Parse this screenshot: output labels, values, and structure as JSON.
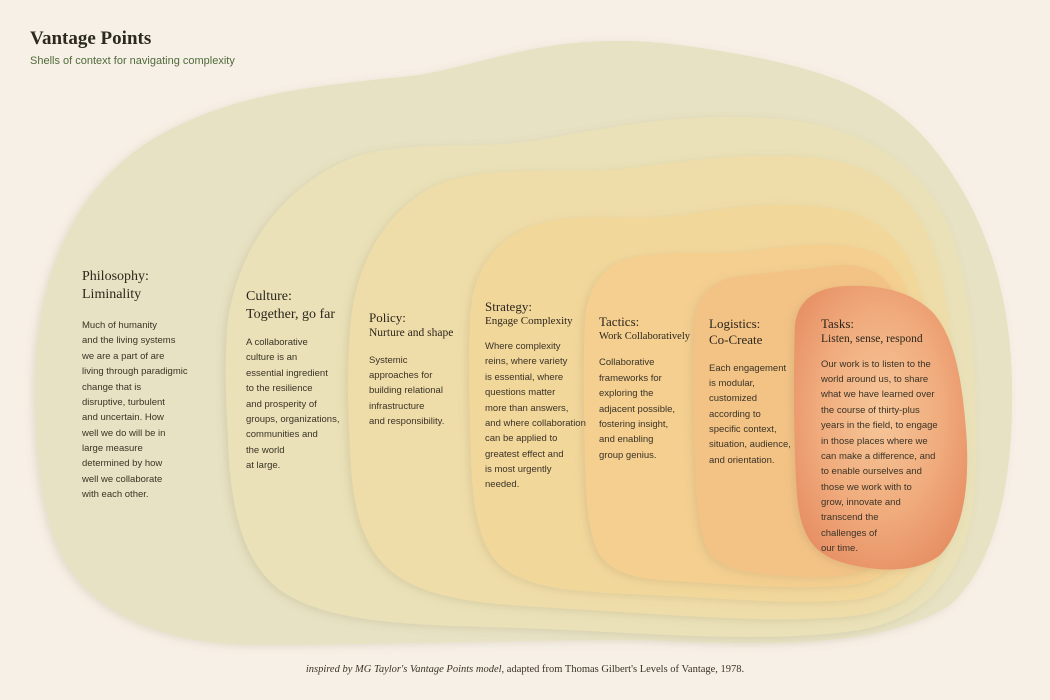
{
  "header": {
    "title": "Vantage Points",
    "subtitle": "Shells of context for navigating complexity"
  },
  "shells": [
    {
      "heading_line1": "Philosophy:",
      "heading_line2": "Liminality",
      "body": "Much of humanity\nand the living systems\nwe are a part of are\nliving through paradigmic\nchange that is\ndisruptive, turbulent\nand uncertain. How\nwell we do will be in\nlarge measure\ndetermined by how\nwell we collaborate\nwith each other.",
      "color": "#e7e2c3"
    },
    {
      "heading_line1": "Culture:",
      "heading_line2": "Together, go far",
      "body": "A collaborative\nculture is an\nessential ingredient\nto the resilience\nand prosperity of\ngroups, organizations,\ncommunities and\nthe world\nat large.",
      "color": "#eae1b8"
    },
    {
      "heading_line1": "Policy:",
      "heading_line2": "Nurture and shape",
      "body": "Systemic\napproaches for\nbuilding relational\ninfrastructure\nand responsibility.",
      "color": "#efdda9"
    },
    {
      "heading_line1": "Strategy:",
      "heading_line2": "Engage Complexity",
      "body": "Where complexity\nreins, where variety\nis essential, where\nquestions matter\nmore than answers,\nand where collaboration\ncan be applied to\ngreatest effect and\nis most urgently\nneeded.",
      "color": "#f2d79b"
    },
    {
      "heading_line1": "Tactics:",
      "heading_line2": "Work Collaboratively",
      "body": "Collaborative\nframeworks for\nexploring the\nadjacent possible,\nfostering insight,\nand enabling\ngroup genius.",
      "color": "#f4cf90"
    },
    {
      "heading_line1": "Logistics:",
      "heading_line2": "Co-Create",
      "body": "Each engagement\nis modular,\ncustomized\naccording to\nspecific context,\nsituation, audience,\nand orientation.",
      "color": "#f3c386"
    },
    {
      "heading_line1": "Tasks:",
      "heading_line2": "Listen, sense, respond",
      "body": "Our work is to listen to the\nworld around us, to share\nwhat we have learned over\nthe course of thirty-plus\nyears in the field, to engage\nin those places where we\ncan make a difference, and\nto enable ourselves and\nthose we work with to\ngrow, innovate and\ntranscend the\nchallenges of\nour time.",
      "color": "#ee9f70"
    }
  ],
  "footer": {
    "italic": "inspired by MG Taylor's Vantage Points model,",
    "regular": " adapted from Thomas Gilbert's Levels of Vantage, 1978."
  }
}
